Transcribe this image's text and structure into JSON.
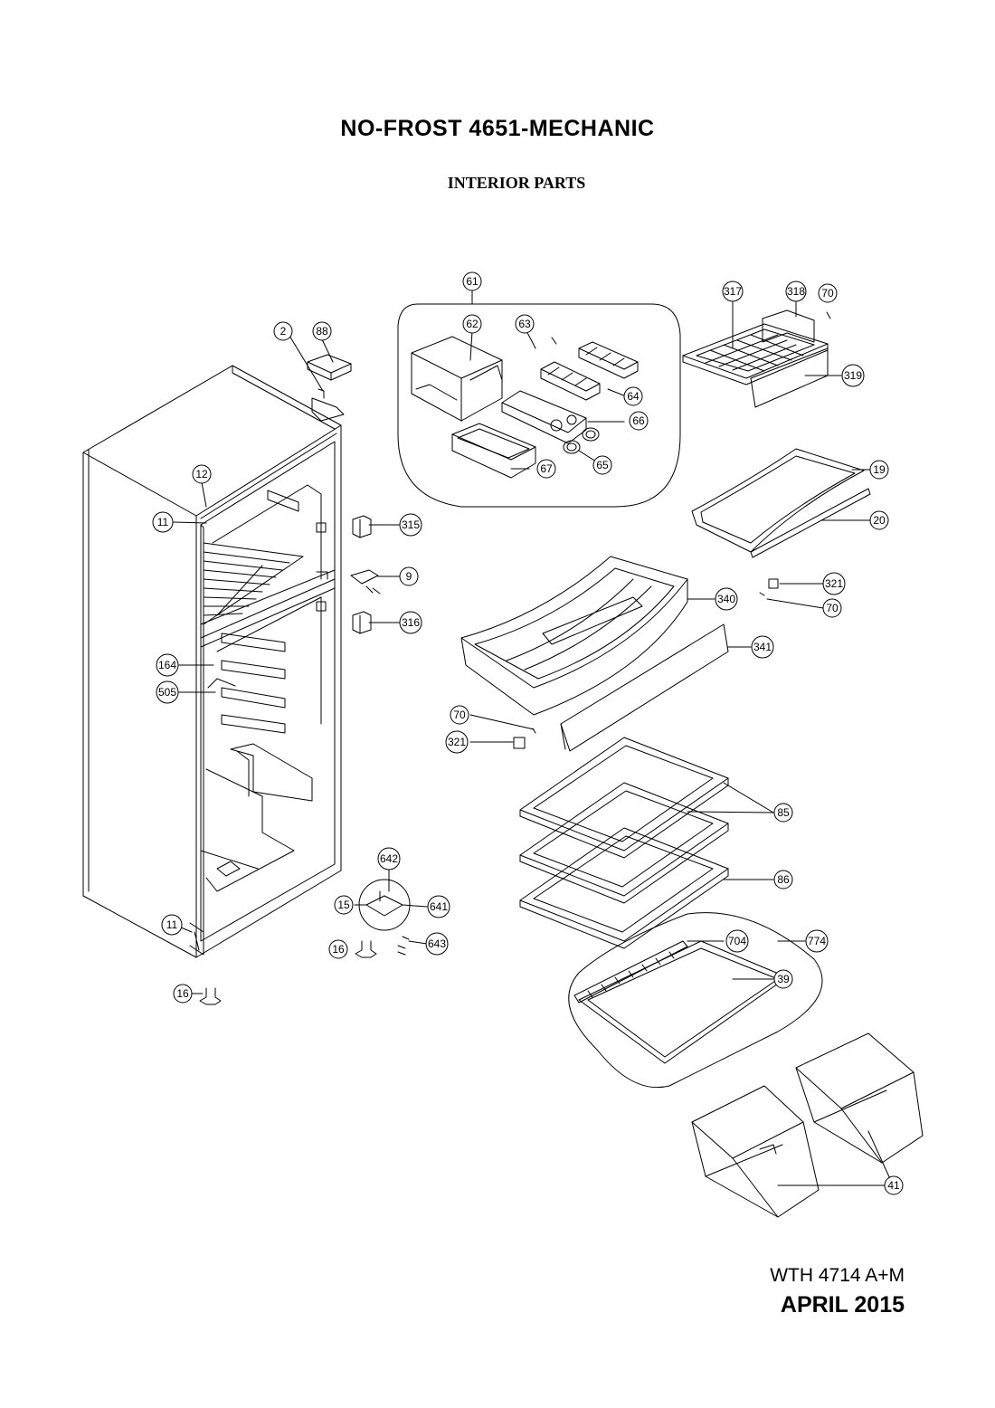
{
  "header": {
    "title": "NO-FROST 4651-MECHANIC",
    "subtitle": "INTERIOR PARTS"
  },
  "footer": {
    "model": "WTH 4714 A+M",
    "date": "APRIL 2015"
  },
  "callouts": [
    "61",
    "62",
    "63",
    "64",
    "65",
    "66",
    "67",
    "2",
    "88",
    "317",
    "318",
    "70",
    "319",
    "12",
    "11",
    "315",
    "9",
    "316",
    "164",
    "505",
    "19",
    "20",
    "321",
    "340",
    "341",
    "85",
    "86",
    "642",
    "15",
    "641",
    "16",
    "643",
    "704",
    "774",
    "39",
    "41"
  ],
  "colors": {
    "line": "#000000",
    "background": "#ffffff"
  }
}
